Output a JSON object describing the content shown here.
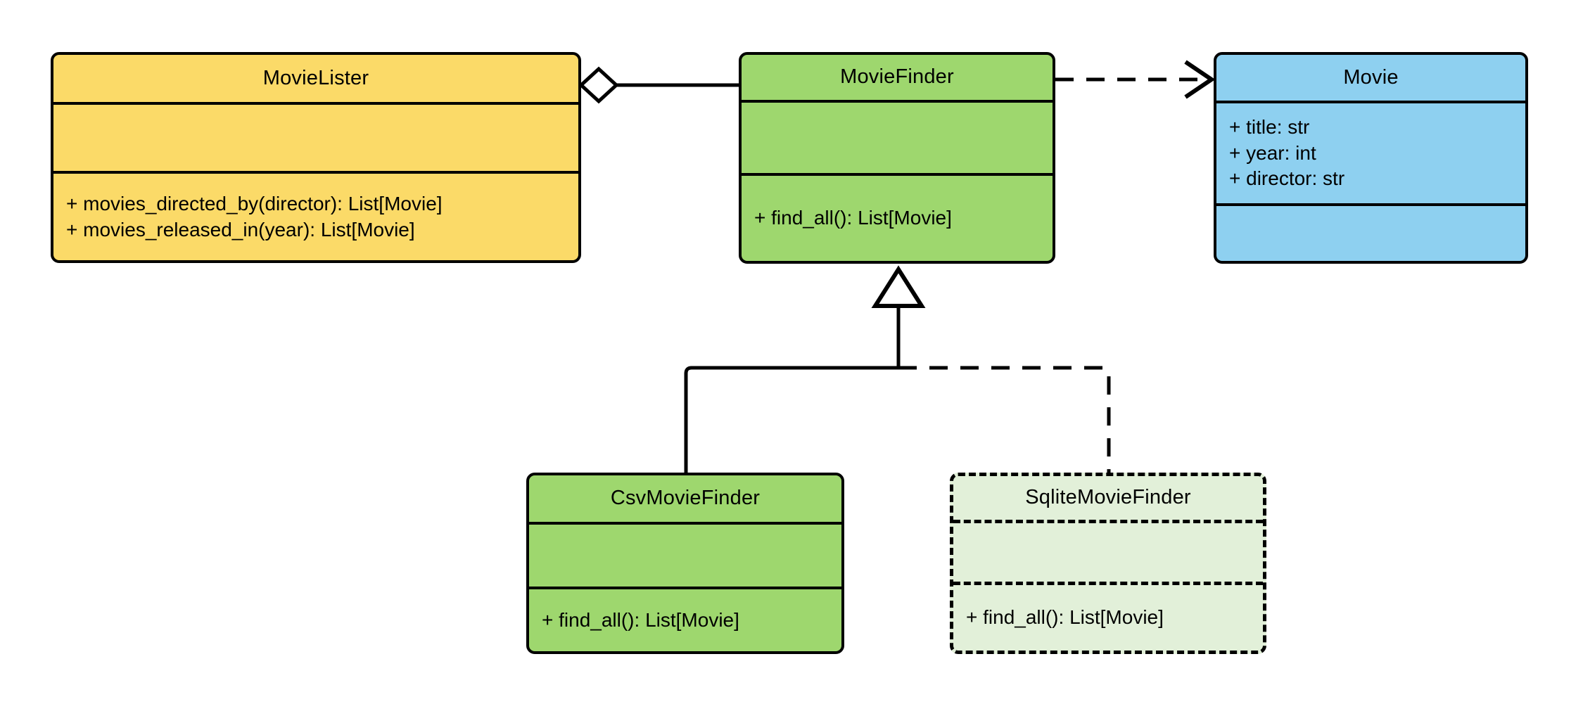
{
  "diagram": {
    "title": "MovieLister dependency-injection UML class diagram",
    "type": "uml-class-diagram",
    "background": "#ffffff",
    "line_color": "#000000"
  },
  "colors": {
    "movielister_fill": "#FBDA68",
    "moviefinder_fill": "#9ED76E",
    "movie_fill": "#8ED0F0",
    "sqlite_fill": "#E2F0D9",
    "stroke": "#000000"
  },
  "classes": [
    {
      "id": "movielister",
      "name": "MovieLister",
      "fill": "#FBDA68",
      "border": "solid",
      "attributes": [],
      "methods": [
        "+ movies_directed_by(director): List[Movie]",
        "+ movies_released_in(year): List[Movie]"
      ]
    },
    {
      "id": "moviefinder",
      "name": "MovieFinder",
      "fill": "#9ED76E",
      "border": "solid",
      "attributes": [],
      "methods": [
        "+ find_all(): List[Movie]"
      ]
    },
    {
      "id": "movie",
      "name": "Movie",
      "fill": "#8ED0F0",
      "border": "solid",
      "attributes": [
        "+ title: str",
        "+ year: int",
        "+ director: str"
      ],
      "methods": []
    },
    {
      "id": "csvmoviefinder",
      "name": "CsvMovieFinder",
      "fill": "#9ED76E",
      "border": "solid",
      "attributes": [],
      "methods": [
        "+ find_all(): List[Movie]"
      ]
    },
    {
      "id": "sqlitemoviefinder",
      "name": "SqliteMovieFinder",
      "fill": "#E2F0D9",
      "border": "dashed",
      "attributes": [],
      "methods": [
        "+ find_all(): List[Movie]"
      ]
    }
  ],
  "relations": [
    {
      "id": "aggregation",
      "kind": "aggregation",
      "from": "movielister",
      "to": "moviefinder",
      "line": "solid",
      "source_marker": "hollow-diamond",
      "target_marker": "none"
    },
    {
      "id": "dependency",
      "kind": "dependency",
      "from": "moviefinder",
      "to": "movie",
      "line": "dashed",
      "source_marker": "none",
      "target_marker": "open-arrow"
    },
    {
      "id": "csv-inheritance",
      "kind": "generalization",
      "from": "csvmoviefinder",
      "to": "moviefinder",
      "line": "solid",
      "source_marker": "none",
      "target_marker": "hollow-triangle"
    },
    {
      "id": "sqlite-inheritance",
      "kind": "generalization",
      "from": "sqlitemoviefinder",
      "to": "moviefinder",
      "line": "dashed",
      "source_marker": "none",
      "target_marker": "hollow-triangle"
    }
  ]
}
